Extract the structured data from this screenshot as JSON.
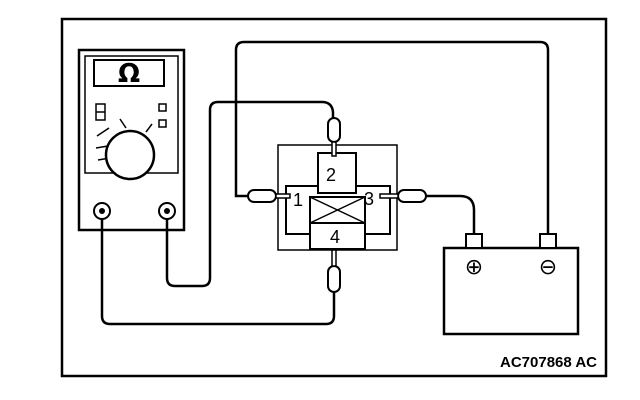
{
  "meter": {
    "symbol": "Ω"
  },
  "relay": {
    "terminals": [
      "1",
      "2",
      "3",
      "4"
    ]
  },
  "battery": {
    "positive": "⊕",
    "negative": "⊖"
  },
  "reference_code": "AC707868 AC"
}
